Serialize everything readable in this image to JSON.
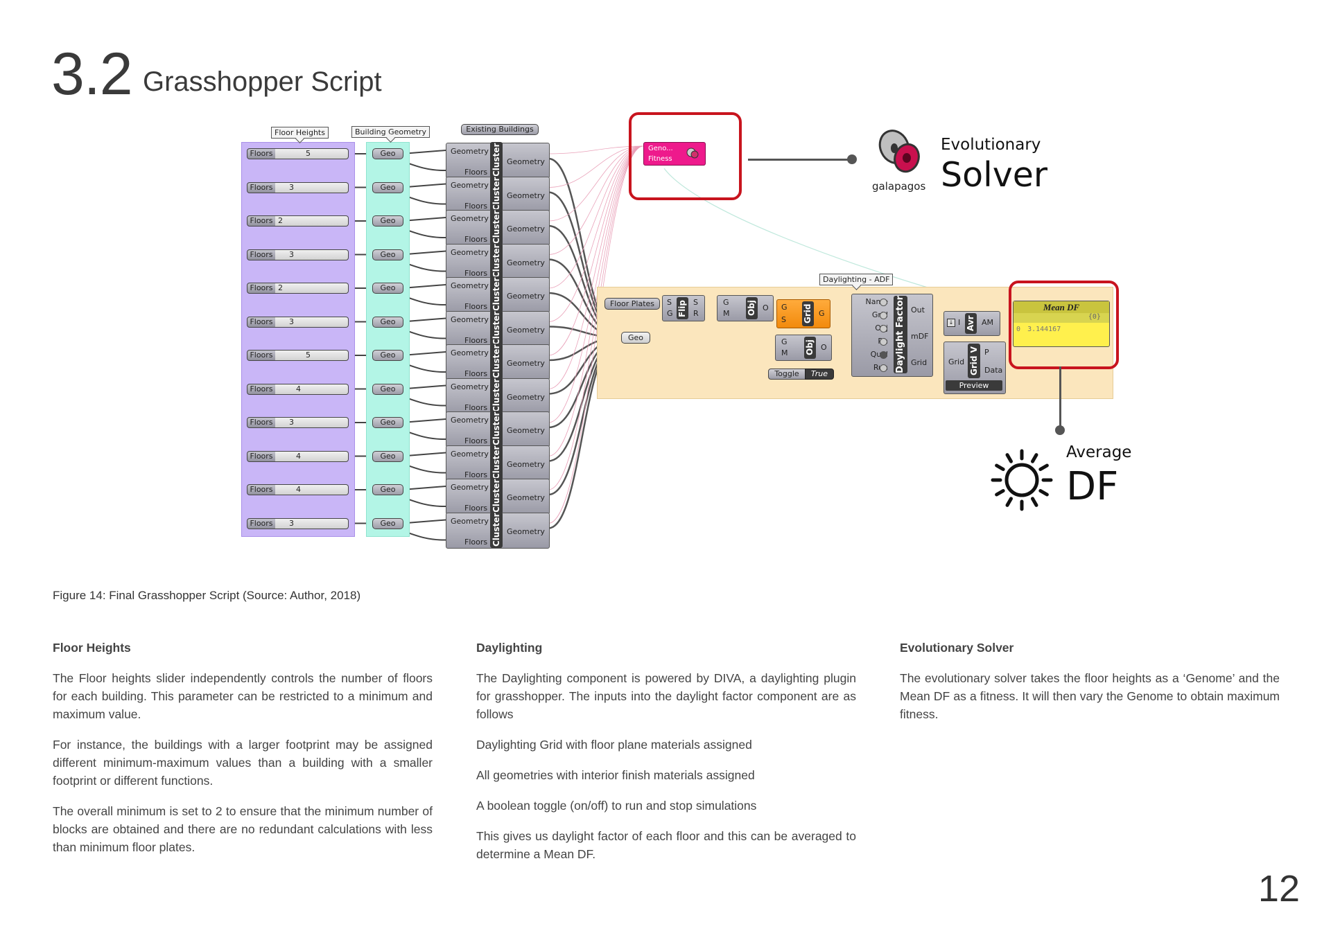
{
  "header": {
    "section_number": "3.2",
    "section_title": "Grasshopper Script"
  },
  "diagram": {
    "group_labels": {
      "floor_heights": "Floor Heights",
      "building_geometry": "Building Geometry",
      "existing_buildings": "Existing Buildings",
      "daylighting": "Daylighting - ADF"
    },
    "slider_label": "Floors",
    "slider_values": [
      "5",
      "3",
      "2",
      "3",
      "2",
      "3",
      "5",
      "4",
      "3",
      "4",
      "4",
      "3"
    ],
    "geo_param_label": "Geo",
    "cluster": {
      "input_geometry": "Geometry",
      "input_floors": "Floors",
      "name": "Cluster",
      "output": "Geometry"
    },
    "galapagos_component": {
      "genome": "Geno...",
      "fitness": "Fitness"
    },
    "galapagos_logo_text": "galapagos",
    "solver_caption": {
      "line1": "Evolutionary",
      "line2": "Solver"
    },
    "floor_plates_label": "Floor Plates",
    "geo_label": "Geo",
    "flip": {
      "name": "Flip",
      "in": [
        "S",
        "G"
      ],
      "out": [
        "S",
        "R"
      ]
    },
    "obj1": {
      "name": "Obj",
      "in": [
        "G",
        "M"
      ],
      "out": "O"
    },
    "grid": {
      "name": "Grid",
      "in": [
        "G",
        "S"
      ],
      "out": "G"
    },
    "obj2": {
      "name": "Obj",
      "in": [
        "G",
        "M"
      ],
      "out": "O"
    },
    "toggle": {
      "label": "Toggle",
      "value": "True"
    },
    "daylight_factor": {
      "name": "Daylight Factor",
      "in": [
        "Name",
        "Grid",
        "Obj",
        "Rh",
        "Qual",
        "Run"
      ],
      "out": [
        "Out",
        "mDF",
        "Grid"
      ]
    },
    "avr": {
      "name": "Avr",
      "in": "I",
      "out": "AM"
    },
    "grid_v": {
      "name": "Grid V",
      "in": "Grid",
      "out": [
        "P",
        "Data"
      ],
      "footer": "Preview"
    },
    "mean_df_panel": {
      "title": "Mean DF",
      "path": "{0}",
      "index": "0",
      "value": "3.144167"
    },
    "avg_caption": {
      "line1": "Average",
      "line2": "DF"
    }
  },
  "caption": "Figure 14: Final Grasshopper Script (Source: Author, 2018)",
  "columns": [
    {
      "heading": "Floor Heights",
      "paragraphs": [
        "The Floor heights slider independently controls the number of floors for each building. This parameter can be restricted to a minimum and maximum value.",
        "For instance, the buildings with a larger footprint may be assigned different minimum-maximum values than a building with a smaller footprint or different functions.",
        "The overall minimum is set to 2 to ensure that the minimum number of blocks are obtained and there are no redundant calculations with less than minimum floor plates."
      ]
    },
    {
      "heading": "Daylighting",
      "paragraphs": [
        "The Daylighting component is powered by DIVA, a daylighting plugin for grasshopper. The inputs into the daylight factor component are as follows",
        "Daylighting Grid with floor plane materials assigned",
        "All geometries with interior finish materials assigned",
        "A boolean toggle (on/off) to run and stop simulations",
        "This gives us daylight factor of each floor and this can be averaged to determine a Mean DF."
      ]
    },
    {
      "heading": "Evolutionary Solver",
      "paragraphs": [
        "The evolutionary solver takes the floor heights as a ‘Genome’ and the Mean DF as a fitness. It will then vary the Genome to obtain maximum fitness."
      ]
    }
  ],
  "page_number": "12"
}
